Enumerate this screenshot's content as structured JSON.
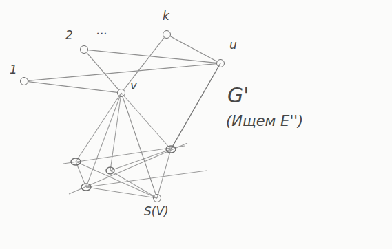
{
  "diagram": {
    "nodes": [
      {
        "text": [
          "1"
        ]
      },
      {
        "text": [
          "2"
        ]
      },
      {
        "text": [
          "k"
        ]
      },
      {
        "text": [
          "u"
        ]
      },
      {
        "text": [
          "v"
        ]
      },
      {
        "text": [
          "S(V)"
        ]
      }
    ],
    "edges": [
      {
        "from": 0,
        "to": 3,
        "arrow": "none"
      },
      {
        "from": 1,
        "to": 3,
        "arrow": "none"
      },
      {
        "from": 2,
        "to": 3,
        "arrow": "none"
      },
      {
        "from": 0,
        "to": 4,
        "arrow": "none"
      },
      {
        "from": 1,
        "to": 4,
        "arrow": "none"
      },
      {
        "from": 2,
        "to": 4,
        "arrow": "none"
      },
      {
        "from": 4,
        "to": 5,
        "arrow": "none"
      }
    ],
    "labels": [
      "...",
      "G'",
      "(Ищем E'')"
    ]
  }
}
